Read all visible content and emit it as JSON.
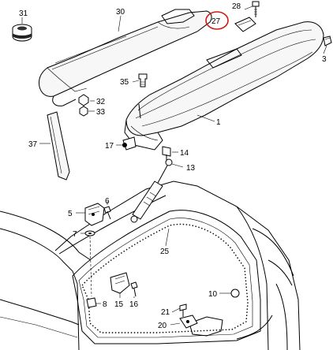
{
  "labels": {
    "p1": "1",
    "p3": "3",
    "p5": "5",
    "p6": "6",
    "p7": "7",
    "p8": "8",
    "p10": "10",
    "p13": "13",
    "p14": "14",
    "p15": "15",
    "p16": "16",
    "p17": "17",
    "p20": "20",
    "p21": "21",
    "p25": "25",
    "p27": "27",
    "p28": "28",
    "p30": "30",
    "p31": "31",
    "p32": "32",
    "p33": "33",
    "p35": "35",
    "p37": "37"
  },
  "colors": {
    "line": "#000000",
    "highlight_circle": "#d01818",
    "background": "#ffffff"
  }
}
